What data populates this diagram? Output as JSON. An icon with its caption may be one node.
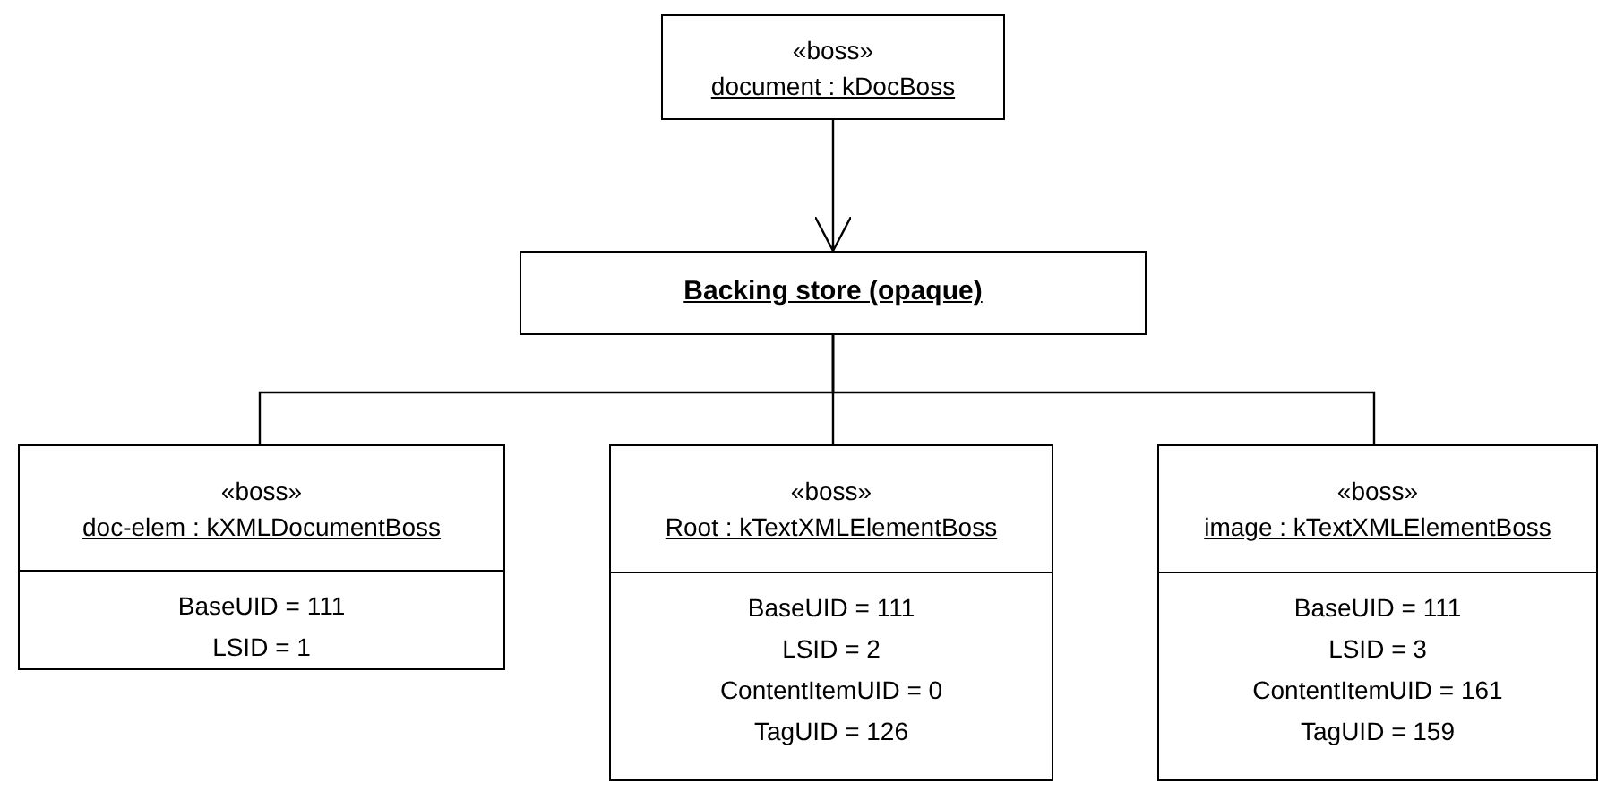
{
  "diagram": {
    "nodes": [
      {
        "text": [
          "«boss»",
          "document : kDocBoss"
        ]
      },
      {
        "text": [
          "Backing store (opaque)"
        ]
      },
      {
        "text": [
          "«boss»",
          "doc-elem : kXMLDocumentBoss",
          "BaseUID = 111",
          "LSID = 1"
        ]
      },
      {
        "text": [
          "«boss»",
          "Root : kTextXMLElementBoss",
          "BaseUID = 111",
          "LSID = 2",
          "ContentItemUID = 0",
          "TagUID = 126"
        ]
      },
      {
        "text": [
          "«boss»",
          "image : kTextXMLElementBoss",
          "BaseUID = 111",
          "LSID = 3",
          "ContentItemUID = 161",
          "TagUID = 159"
        ]
      }
    ],
    "edges": [
      {
        "from": 0,
        "to": 1,
        "arrow": "to"
      },
      {
        "from": 1,
        "to": 2,
        "arrow": "none"
      },
      {
        "from": 1,
        "to": 3,
        "arrow": "none"
      },
      {
        "from": 1,
        "to": 4,
        "arrow": "none"
      }
    ]
  }
}
